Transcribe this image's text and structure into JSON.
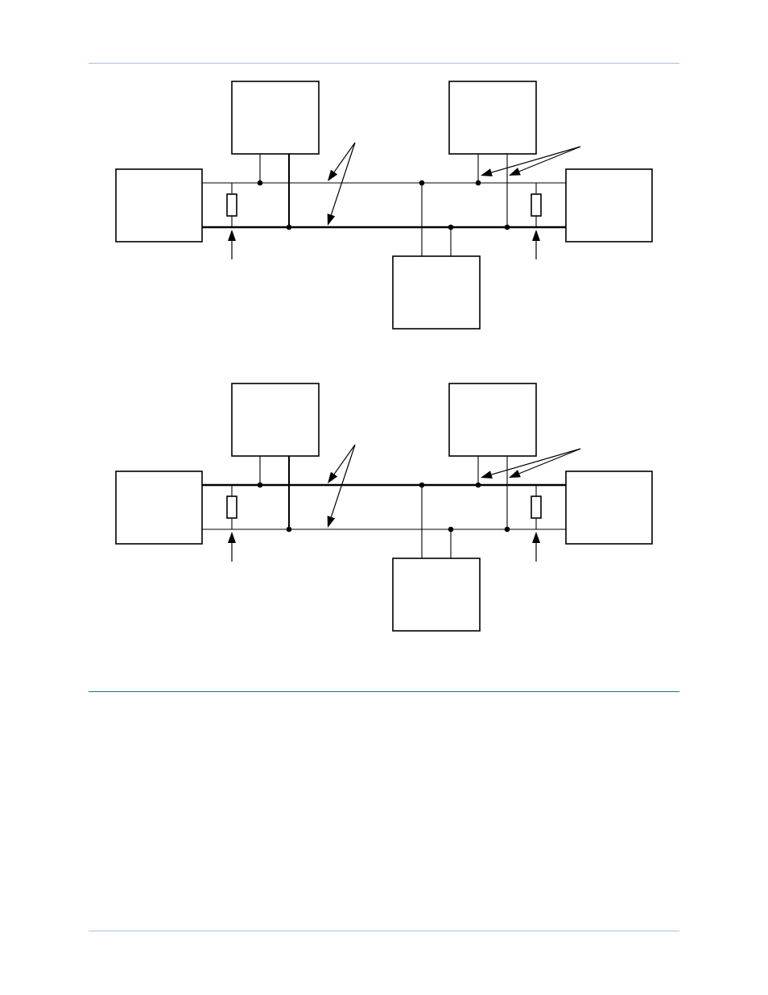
{
  "figures": [
    {
      "id": "figure-top",
      "thick_line": "bottom"
    },
    {
      "id": "figure-bottom",
      "thick_line": "top"
    }
  ],
  "colors": {
    "rule_light": "#aebfdc",
    "rule_dark": "#1f6f8b",
    "stroke": "#000000"
  }
}
